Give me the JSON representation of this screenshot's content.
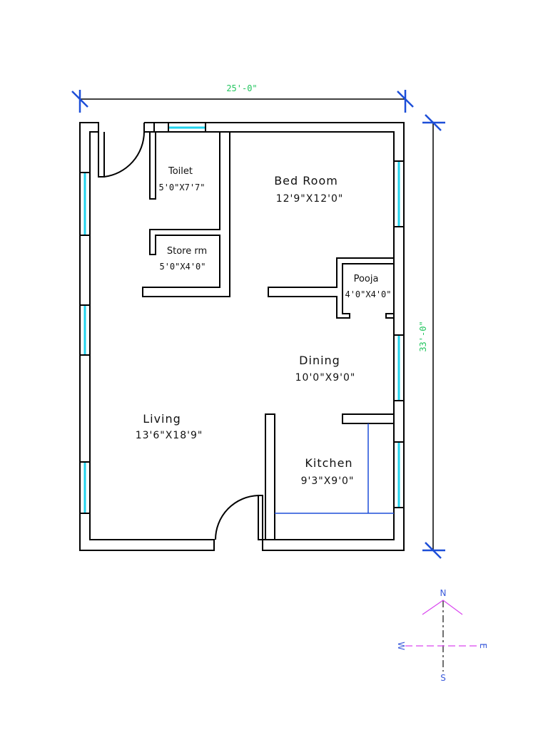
{
  "dimensions": {
    "width": "25'-0\"",
    "height": "33'-0\""
  },
  "rooms": [
    {
      "id": "toilet",
      "name": "Toilet",
      "size": "5'0\"X7'7\""
    },
    {
      "id": "store",
      "name": "Store rm",
      "size": "5'0\"X4'0\""
    },
    {
      "id": "bedroom",
      "name": "Bed Room",
      "size": "12'9\"X12'0\""
    },
    {
      "id": "pooja",
      "name": "Pooja",
      "size": "4'0\"X4'0\""
    },
    {
      "id": "dining",
      "name": "Dining",
      "size": "10'0\"X9'0\""
    },
    {
      "id": "living",
      "name": "Living",
      "size": "13'6\"X18'9\""
    },
    {
      "id": "kitchen",
      "name": "Kitchen",
      "size": "9'3\"X9'0\""
    }
  ],
  "compass": {
    "north": "N",
    "south": "S",
    "east": "E",
    "west": "W"
  },
  "colors": {
    "wall": "#000000",
    "window": "#22d3ee",
    "dimension_text": "#22c55e",
    "dimension_tick": "#1d4ed8",
    "kitchen_counter": "#1d4ed8",
    "compass_arrow": "#d946ef",
    "compass_label": "#3b5bdb"
  }
}
